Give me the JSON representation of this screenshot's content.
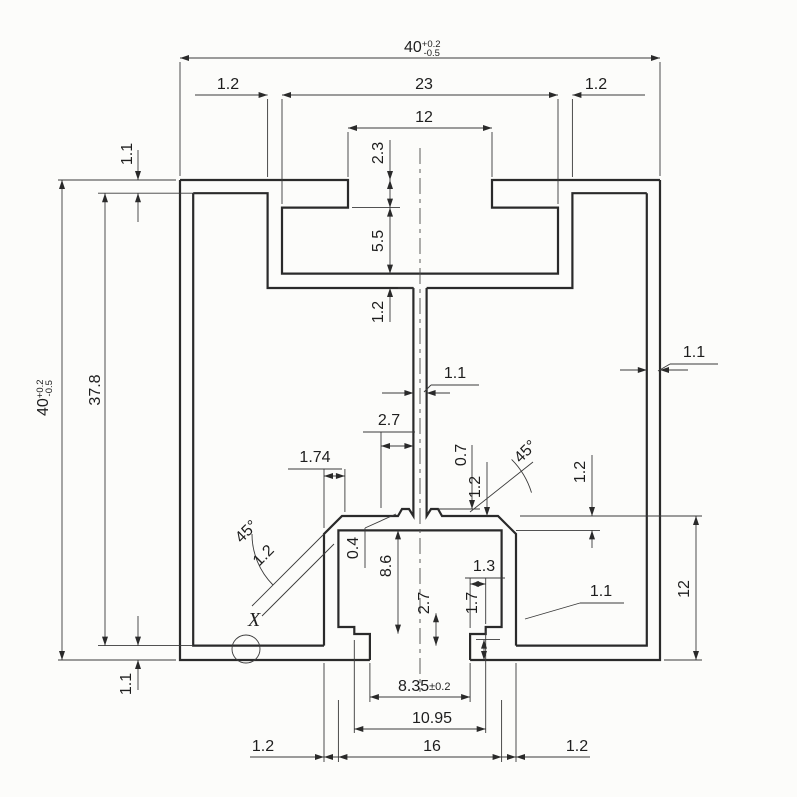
{
  "drawing": {
    "title": "extruded-profile-cross-section",
    "detail_label": "X",
    "dims": {
      "overall_width": {
        "v": "40",
        "tp": "+0.2",
        "tm": "-0.5"
      },
      "overall_height": {
        "v": "40",
        "tp": "+0.2",
        "tm": "-0.5"
      },
      "top_slot_width": "23",
      "top_wall_left": "1.2",
      "top_wall_right": "1.2",
      "top_opening": "12",
      "lip_depth": "2.3",
      "slot_depth": "5.5",
      "slot_floor": "1.2",
      "top_plate": "1.1",
      "inner_height": "37.8",
      "bottom_plate": "1.1",
      "right_wall": "1.1",
      "web": "1.1",
      "web_offset": "2.7",
      "chamfer_offset": "1.74",
      "bump_height": "0.7",
      "angle_right": "45°",
      "rib_right": "1.2",
      "box_plate": "1.2",
      "angle_left": "45°",
      "rib_left": "1.2",
      "step": "0.4",
      "cavity_height": "8.6",
      "lip_step": "1.3",
      "lip_drop": "2.7",
      "lip_inner": "1.7",
      "lip_wall": "1.1",
      "box_height": "12",
      "bottom_opening": {
        "v": "8.35",
        "tol": "±0.2"
      },
      "cavity_width": "10.95",
      "box_width": "16",
      "box_wall_left": "1.2",
      "box_wall_right": "1.2"
    }
  }
}
